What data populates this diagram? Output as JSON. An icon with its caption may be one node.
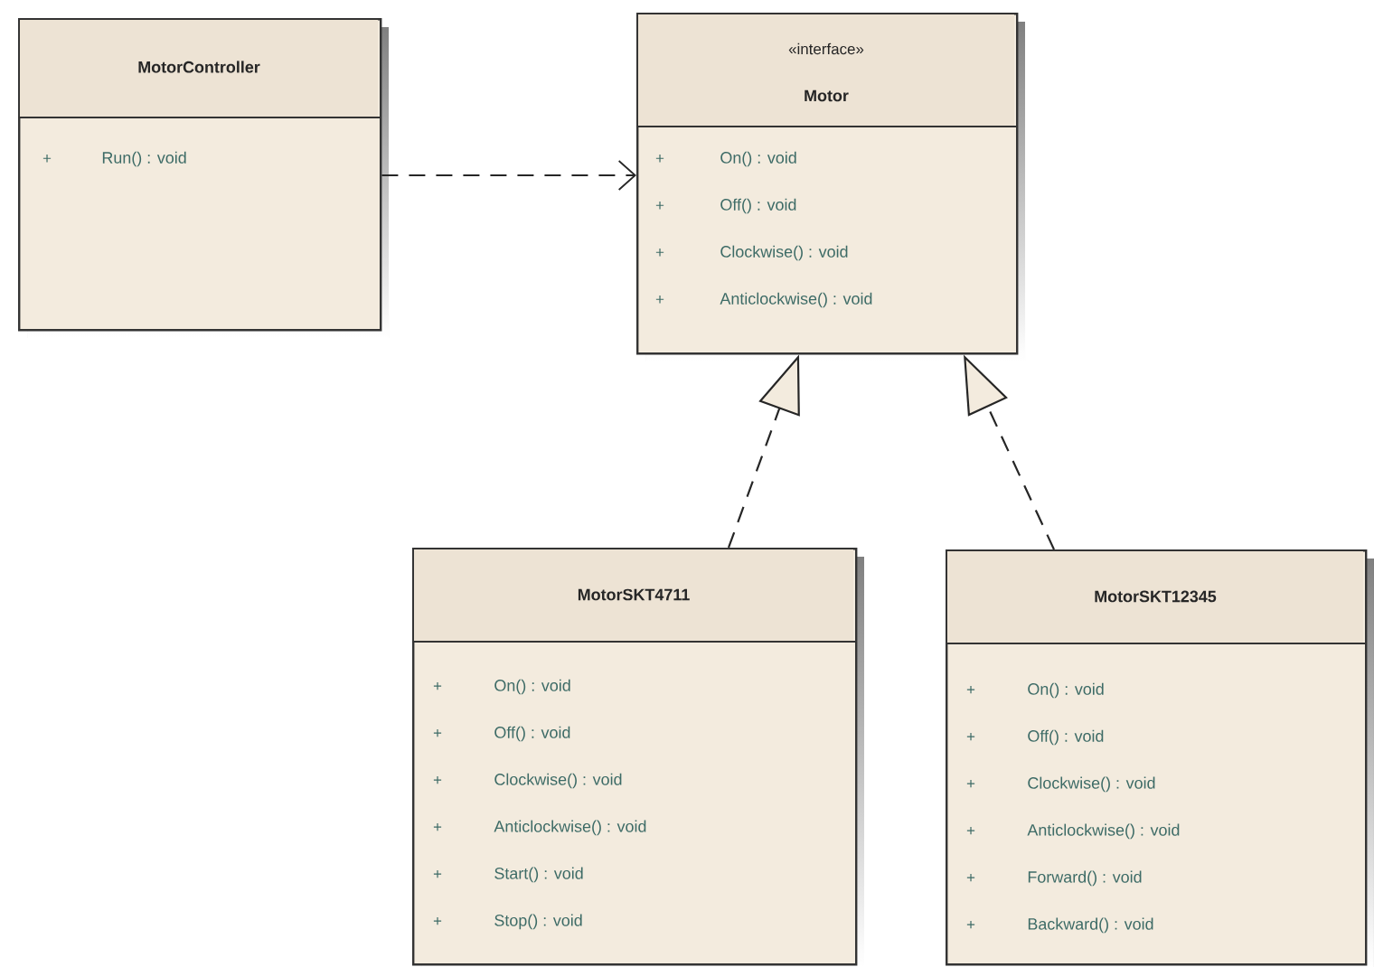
{
  "diagram": {
    "nodes": [
      {
        "text": [
          "MotorController",
          "+",
          "Run() : void"
        ]
      },
      {
        "text": [
          "«interface»",
          "Motor",
          "+",
          "On() : void",
          "+",
          "Off() : void",
          "+",
          "Clockwise() : void",
          "+",
          "Anticlockwise() : void"
        ]
      },
      {
        "text": [
          "MotorSKT4711",
          "+",
          "On() : void",
          "+",
          "Off() : void",
          "+",
          "Clockwise() : void",
          "+",
          "Anticlockwise() : void",
          "+",
          "Start() : void",
          "+",
          "Stop() : void"
        ]
      },
      {
        "text": [
          "MotorSKT12345",
          "+",
          "On() : void",
          "+",
          "Off() : void",
          "+",
          "Clockwise() : void",
          "+",
          "Anticlockwise() : void",
          "+",
          "Forward() : void",
          "+",
          "Backward() : void"
        ]
      }
    ],
    "edges": [
      {
        "from": 0,
        "to": 1,
        "arrow": "to",
        "style": "dashed"
      },
      {
        "from": 2,
        "to": 1,
        "arrow": "to",
        "style": "dashed"
      },
      {
        "from": 3,
        "to": 1,
        "arrow": "to",
        "style": "dashed"
      }
    ]
  }
}
